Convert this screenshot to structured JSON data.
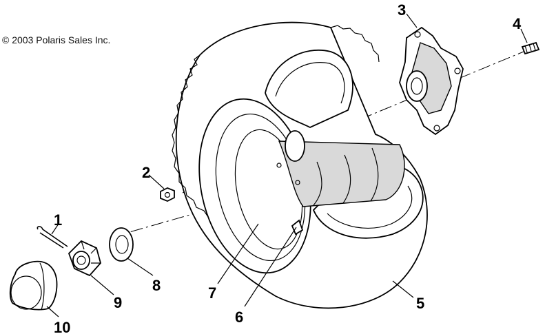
{
  "copyright": "© 2003 Polaris Sales Inc.",
  "callouts": [
    {
      "id": "cotter-pin",
      "label": "1"
    },
    {
      "id": "nut-small",
      "label": "2"
    },
    {
      "id": "hub",
      "label": "3"
    },
    {
      "id": "stud",
      "label": "4"
    },
    {
      "id": "tire",
      "label": "5"
    },
    {
      "id": "valve-stem",
      "label": "6"
    },
    {
      "id": "rim",
      "label": "7"
    },
    {
      "id": "washer",
      "label": "8"
    },
    {
      "id": "castle-nut",
      "label": "9"
    },
    {
      "id": "hub-cap",
      "label": "10"
    }
  ]
}
